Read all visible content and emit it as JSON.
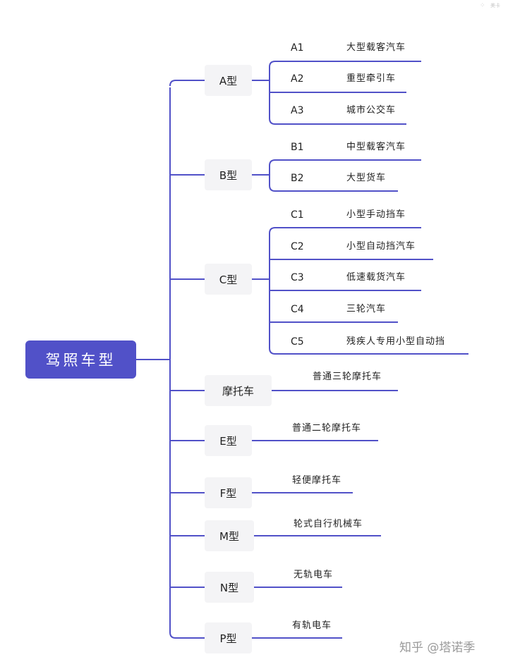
{
  "root": {
    "label": "驾照车型"
  },
  "categories": [
    {
      "label": "A型",
      "items": [
        {
          "code": "A1",
          "desc": "大型载客汽车"
        },
        {
          "code": "A2",
          "desc": "重型牵引车"
        },
        {
          "code": "A3",
          "desc": "城市公交车"
        }
      ]
    },
    {
      "label": "B型",
      "items": [
        {
          "code": "B1",
          "desc": "中型载客汽车"
        },
        {
          "code": "B2",
          "desc": "大型货车"
        }
      ]
    },
    {
      "label": "C型",
      "items": [
        {
          "code": "C1",
          "desc": "小型手动挡车"
        },
        {
          "code": "C2",
          "desc": "小型自动挡汽车"
        },
        {
          "code": "C3",
          "desc": "低速载货汽车"
        },
        {
          "code": "C4",
          "desc": "三轮汽车"
        },
        {
          "code": "C5",
          "desc": "残疾人专用小型自动挡"
        }
      ]
    },
    {
      "label": "摩托车",
      "items": [
        {
          "code": "",
          "desc": "普通三轮摩托车"
        }
      ]
    },
    {
      "label": "E型",
      "items": [
        {
          "code": "",
          "desc": "普通二轮摩托车"
        }
      ]
    },
    {
      "label": "F型",
      "items": [
        {
          "code": "",
          "desc": "轻便摩托车"
        }
      ]
    },
    {
      "label": "M型",
      "items": [
        {
          "code": "",
          "desc": "轮式自行机械车"
        }
      ]
    },
    {
      "label": "N型",
      "items": [
        {
          "code": "",
          "desc": "无轨电车"
        }
      ]
    },
    {
      "label": "P型",
      "items": [
        {
          "code": "",
          "desc": "有轨电车"
        }
      ]
    }
  ],
  "watermark": "知乎 @塔诺季",
  "corner_text": "美卡",
  "colors": {
    "line": "#5151c8",
    "root_bg": "#5151c8",
    "node_bg": "#f4f4f6"
  }
}
